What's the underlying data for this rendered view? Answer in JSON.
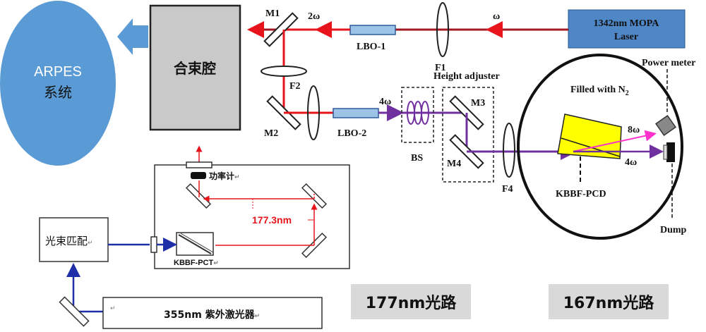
{
  "colors": {
    "arpes_fill": "#5b9bd5",
    "chamber_fill": "#c9c9c9",
    "laser_fill": "#4f86c6",
    "beam_red": "#e8141b",
    "beam_dark_red": "#a01923",
    "beam_purple": "#7030a0",
    "beam_blue": "#1f2fa8",
    "crystal_fill": "#ffff00",
    "label_box": "#d9d9d9"
  },
  "upper_setup": {
    "arpes_line1": "ARPES",
    "arpes_line2": "系统",
    "chamber_label": "合束腔",
    "laser_line1": "1342nm  MOPA",
    "laser_line2": "Laser",
    "omega": "ω",
    "two_omega": "2ω",
    "four_omega": "4ω",
    "m1": "M1",
    "m2": "M2",
    "m3": "M3",
    "m4": "M4",
    "f1": "F1",
    "f2": "F2",
    "f4": "F4",
    "lbo1": "LBO-1",
    "lbo2": "LBO-2",
    "bs": "BS",
    "height_adjuster": "Height adjuster",
    "power_meter": "Power meter",
    "filled_with": "Filled with N",
    "n2_sub": "2",
    "eight_omega": "8ω",
    "four_omega_out": "4ω",
    "kbbf_pcd": "KBBF-PCD",
    "dump": "Dump"
  },
  "lower_setup": {
    "power_meter_cn": "功率计",
    "wavelength": "177.3nm",
    "kbbf_pct": "KBBF-PCT",
    "beam_matching": "光束匹配",
    "laser_355": "355nm 紫外激光器",
    "return_mark": "↵"
  },
  "captions": {
    "left": "177nm光路",
    "right": "167nm光路"
  }
}
